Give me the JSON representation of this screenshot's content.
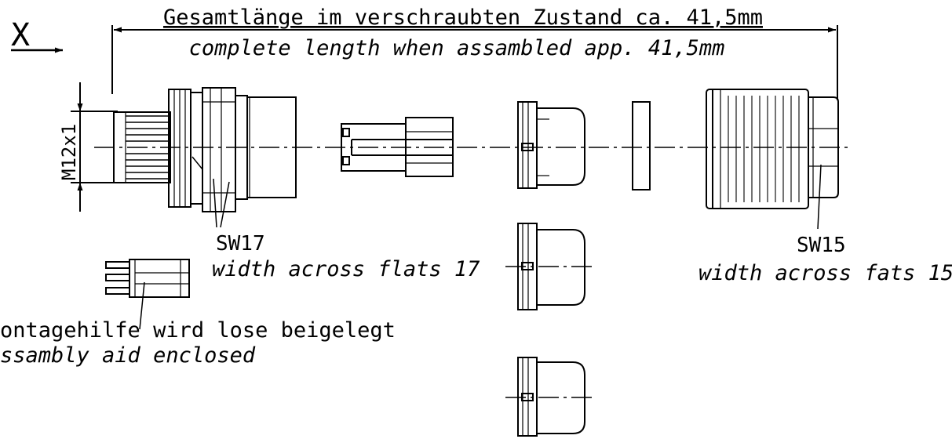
{
  "view_marker": "X",
  "length_label_de": "Gesamtlänge im verschraubten Zustand ca. 41,5mm",
  "length_label_en": "complete length when assambled app. 41,5mm",
  "thread_label": "M12x1",
  "sw17_label": "SW17",
  "sw17_desc": "width across flats 17",
  "sw15_label": "SW15",
  "sw15_desc": "width across fats 15",
  "aid_label_de": "ontagehilfe wird lose beigelegt",
  "aid_label_en": "ssambly aid enclosed",
  "colors": {
    "line": "#000000",
    "background": "#ffffff"
  }
}
